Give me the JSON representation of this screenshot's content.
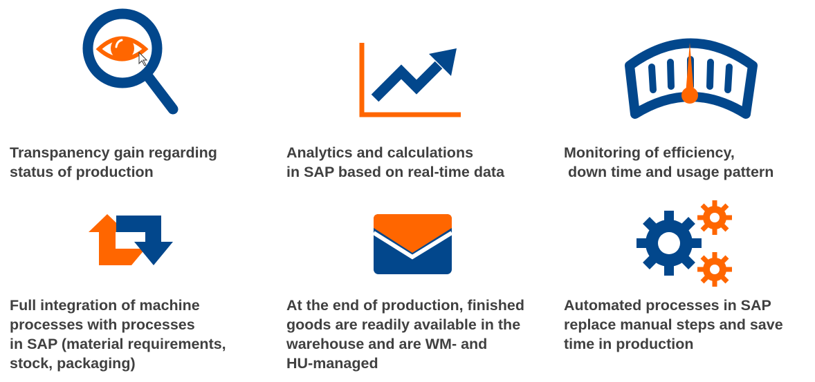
{
  "colors": {
    "blue": "#02478c",
    "orange": "#ff6600",
    "text": "#404040"
  },
  "items": [
    {
      "icon": "magnifier-eye-icon",
      "text": "Transpanency gain regarding\nstatus of production"
    },
    {
      "icon": "rising-chart-icon",
      "text": "Analytics and calculations\nin SAP based on real-time data"
    },
    {
      "icon": "gauge-icon",
      "text": "Monitoring of efficiency,\n down time and usage pattern"
    },
    {
      "icon": "repeat-arrows-icon",
      "text": "Full integration of machine\nprocesses with processes\nin SAP (material requirements,\nstock, packaging)"
    },
    {
      "icon": "envelope-icon",
      "text": "At the end of production, finished\ngoods are readily available in the\nwarehouse and are WM- and\nHU-managed"
    },
    {
      "icon": "gears-icon",
      "text": "Automated processes in SAP\nreplace manual steps and save\ntime in production"
    }
  ]
}
